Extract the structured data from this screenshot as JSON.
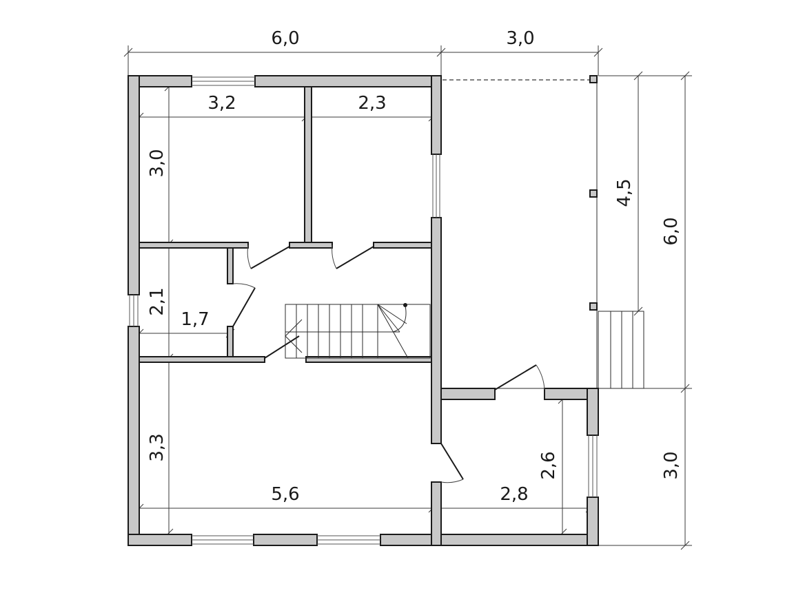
{
  "dimensions": {
    "top_total_left": "6,0",
    "top_total_right": "3,0",
    "room1_width": "3,2",
    "room2_width": "2,3",
    "room1_height": "3,0",
    "terrace_height": "4,5",
    "right_total_upper": "6,0",
    "hall_height": "2,1",
    "hall_width": "1,7",
    "living_height": "3,3",
    "living_width": "5,6",
    "vestibule_height": "2,6",
    "vestibule_width": "2,8",
    "right_total_lower": "3,0"
  }
}
